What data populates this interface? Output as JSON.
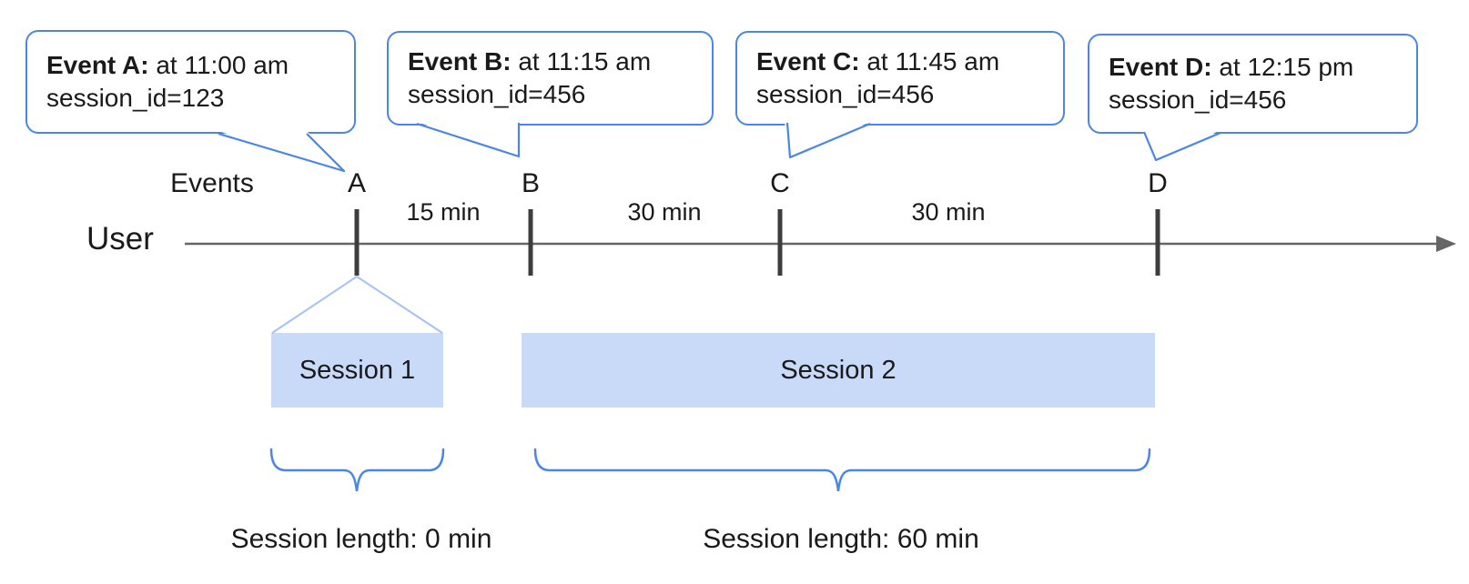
{
  "colors": {
    "background": "#ffffff",
    "accent_blue": "#4a86e8",
    "fan_light_blue": "#a4c2f4",
    "session_fill": "#c9daf8",
    "axis_gray": "#666666",
    "tick_gray": "#3d3d3d",
    "text": "#1a1a1a"
  },
  "callouts": [
    {
      "event": "A",
      "title": "Event A:",
      "time": " at 11:00 am",
      "session": "session_id=123"
    },
    {
      "event": "B",
      "title": "Event B:",
      "time": " at 11:15 am",
      "session": "session_id=456"
    },
    {
      "event": "C",
      "title": "Event C:",
      "time": " at 11:45 am",
      "session": "session_id=456"
    },
    {
      "event": "D",
      "title": "Event D:",
      "time": " at 12:15 pm",
      "session": "session_id=456"
    }
  ],
  "timeline": {
    "axis_label": "User",
    "events_label": "Events",
    "letters": [
      "A",
      "B",
      "C",
      "D"
    ],
    "intervals": [
      "15 min",
      "30 min",
      "30 min"
    ]
  },
  "sessions": [
    {
      "label": "Session 1",
      "length": "Session length: 0 min"
    },
    {
      "label": "Session 2",
      "length": "Session length: 60 min"
    }
  ]
}
